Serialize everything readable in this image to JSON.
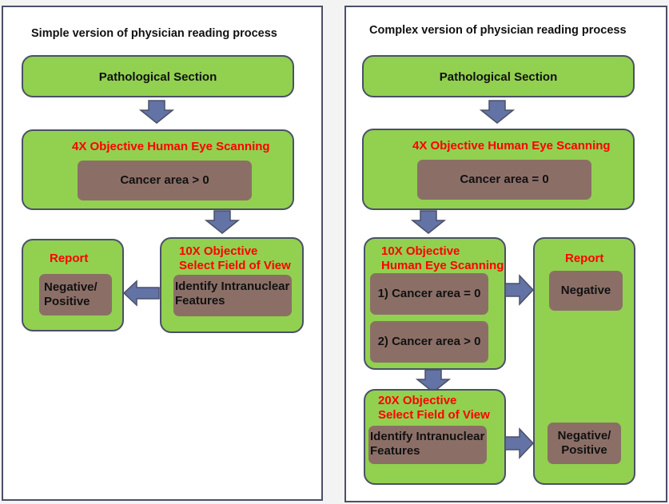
{
  "left": {
    "title": "Simple version of physician reading process",
    "section": "Pathological Section",
    "stage1": {
      "title": "4X Objective   Human Eye Scanning",
      "result": "Cancer area > 0"
    },
    "stage2": {
      "title_line1": "10X Objective",
      "title_line2": "Select Field of View",
      "detail_line1": "Identify Intranuclear",
      "detail_line2": "Features"
    },
    "report": {
      "title": "Report",
      "result_line1": "Negative/",
      "result_line2": "Positive"
    }
  },
  "right": {
    "title": "Complex version of physician reading process",
    "section": "Pathological Section",
    "stage1": {
      "title": "4X Objective Human Eye Scanning",
      "result": "Cancer area = 0"
    },
    "stage2": {
      "title_line1": "10X Objective",
      "title_line2": "Human Eye Scanning",
      "case1": "1) Cancer area = 0",
      "case2": "2) Cancer area > 0"
    },
    "stage3": {
      "title_line1": "20X Objective",
      "title_line2": "Select Field of View",
      "detail_line1": "Identify Intranuclear",
      "detail_line2": "Features"
    },
    "report": {
      "title": "Report",
      "result1": "Negative",
      "result2_line1": "Negative/",
      "result2_line2": "Positive"
    }
  },
  "colors": {
    "green": "#92d050",
    "brown": "#8b6f67",
    "red": "#ff0000",
    "arrow": "#6373a6",
    "border": "#4a5068"
  }
}
